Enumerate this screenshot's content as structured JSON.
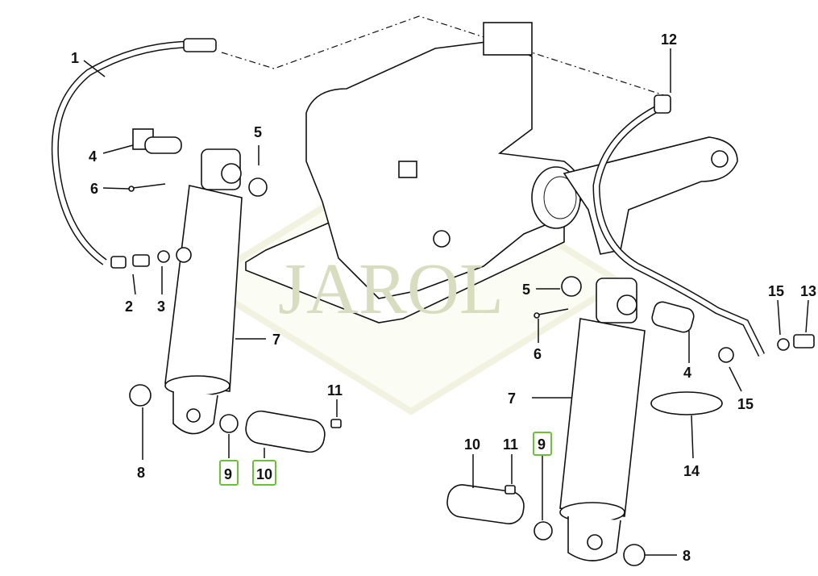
{
  "diagram": {
    "watermark": "JAROL",
    "highlight_color": "#6cbf3a",
    "callouts": {
      "c1": "1",
      "c2": "2",
      "c3": "3",
      "c4a": "4",
      "c4b": "4",
      "c5a": "5",
      "c5b": "5",
      "c6a": "6",
      "c6b": "6",
      "c7a": "7",
      "c7b": "7",
      "c8a": "8",
      "c8b": "8",
      "c9a": "9",
      "c9b": "9",
      "c10a": "10",
      "c10b": "10",
      "c11a": "11",
      "c11b": "11",
      "c12": "12",
      "c13": "13",
      "c14": "14",
      "c15a": "15",
      "c15b": "15"
    },
    "highlighted": [
      "c9a",
      "c10a",
      "c9b"
    ]
  }
}
